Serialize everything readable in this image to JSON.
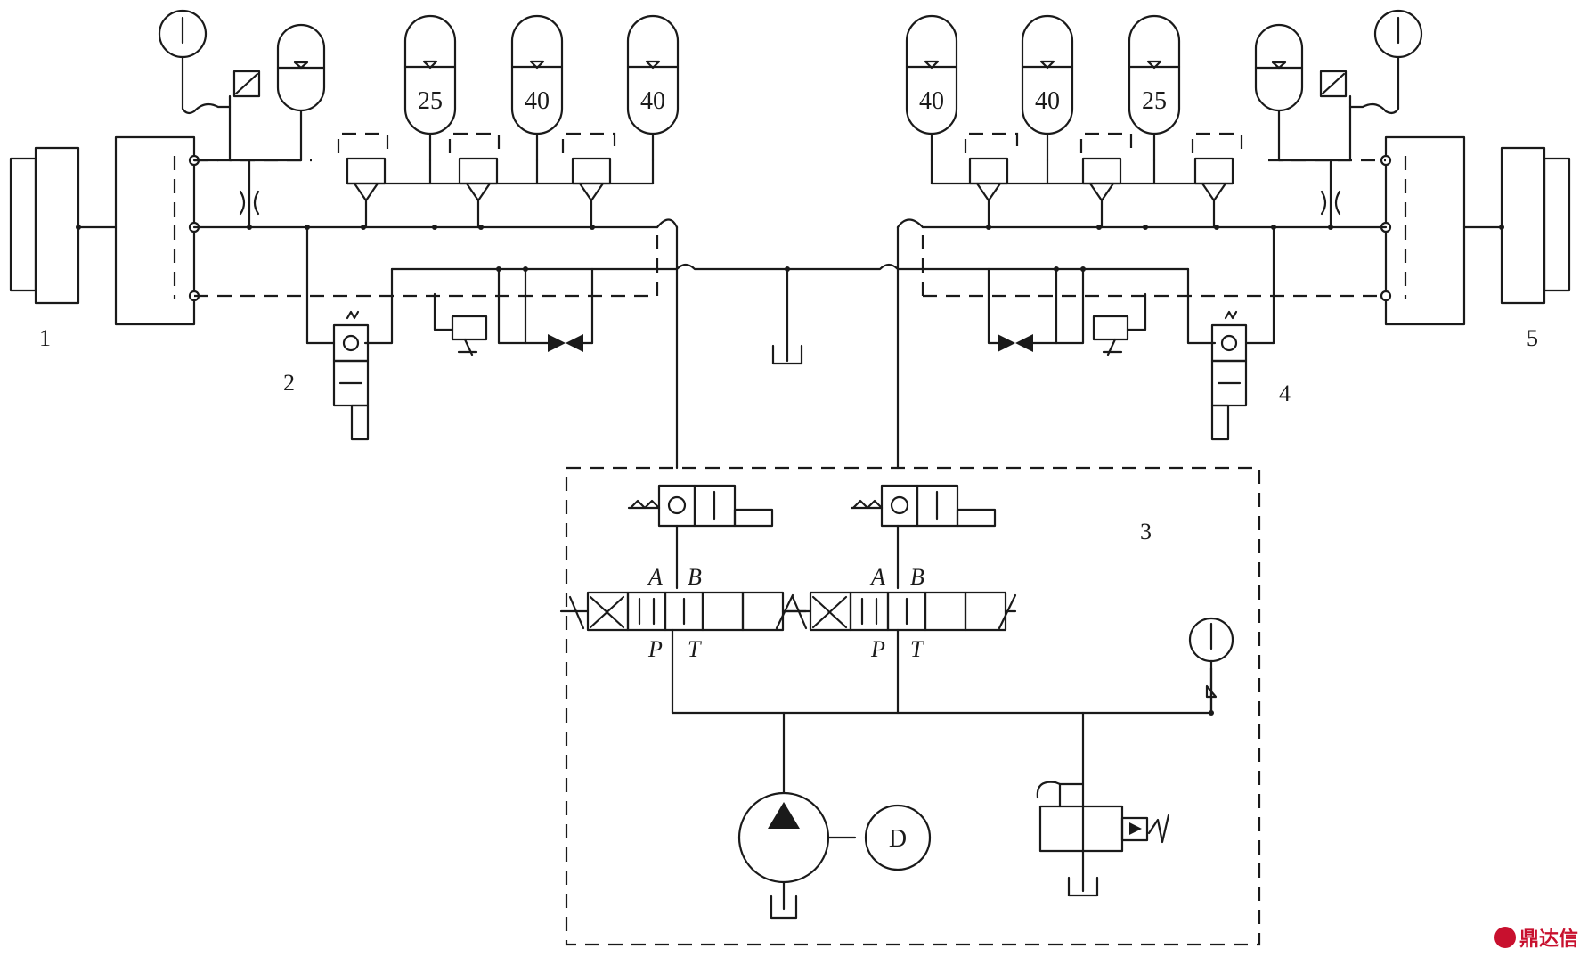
{
  "labels": {
    "component_1": "1",
    "component_2": "2",
    "component_3": "3",
    "component_4": "4",
    "component_5": "5"
  },
  "accumulators": {
    "left": [
      "25",
      "40",
      "40"
    ],
    "right": [
      "40",
      "40",
      "25"
    ]
  },
  "ports": {
    "valve_left": {
      "a": "A",
      "b": "B",
      "p": "P",
      "t": "T"
    },
    "valve_right": {
      "a": "A",
      "b": "B",
      "p": "P",
      "t": "T"
    }
  },
  "motor": {
    "label": "D"
  },
  "watermark": {
    "text": "鼎达信"
  },
  "colors": {
    "line": "#1a1a1a",
    "watermark": "#c8102e"
  }
}
